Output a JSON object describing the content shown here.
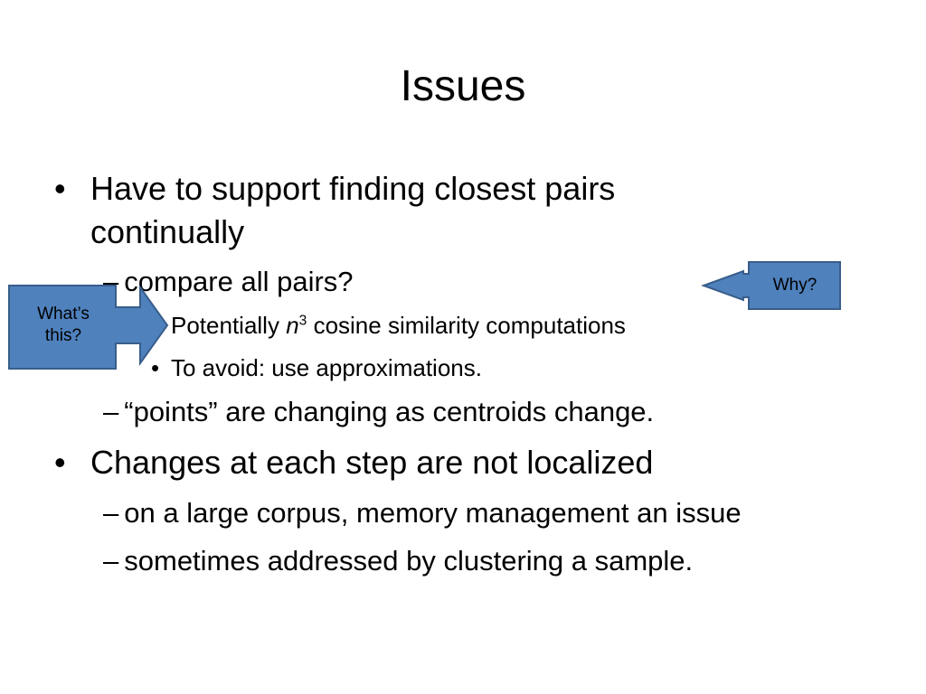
{
  "slide": {
    "title": "Issues",
    "bullet_1": "Have to support finding closest pairs",
    "bullet_1_cont": "continually",
    "sub_1": "compare all pairs?",
    "sub_1_a_pre": "Potentially ",
    "sub_1_a_var": "n",
    "sub_1_a_exp": "3",
    "sub_1_a_post": " cosine similarity computations",
    "sub_1_b": "To avoid: use approximations.",
    "sub_2": "“points” are changing as centroids change.",
    "bullet_2": "Changes at each step are not localized",
    "sub_3": "on a large corpus, memory management an issue",
    "sub_4": "sometimes addressed by clustering a sample.",
    "bullet_char": "•",
    "dash_char": "–"
  },
  "callouts": {
    "left_line1": "What’s",
    "left_line2": "this?",
    "right": "Why?",
    "fill": "#4F81BD",
    "stroke": "#385D8A"
  }
}
